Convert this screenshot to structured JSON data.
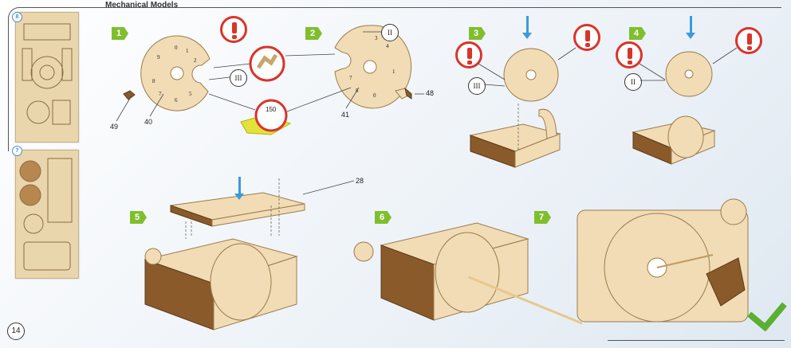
{
  "header": {
    "title": "Mechanical Models",
    "page_number": "14"
  },
  "sheets": [
    {
      "badge": "8"
    },
    {
      "badge": "7"
    }
  ],
  "steps": [
    "1",
    "2",
    "3",
    "4",
    "5",
    "6",
    "7"
  ],
  "part_labels": {
    "p49": "49",
    "p40": "40",
    "p41": "41",
    "p48": "48",
    "p28": "28"
  },
  "roman": {
    "r3a": "III",
    "r2a": "II",
    "r3b": "III",
    "r2b": "II"
  },
  "zoom_text": {
    "value": "150"
  },
  "dial_digits": [
    "0",
    "1",
    "2",
    "3",
    "4",
    "5",
    "6",
    "7",
    "8",
    "9"
  ],
  "colors": {
    "accent_green": "#7fbf2e",
    "warning_red": "#d9342b",
    "arrow_blue": "#3a9bd9",
    "wood": "#f1dcb6"
  },
  "icons": [
    "warning-icon",
    "down-arrow-icon",
    "checkmark-icon"
  ]
}
